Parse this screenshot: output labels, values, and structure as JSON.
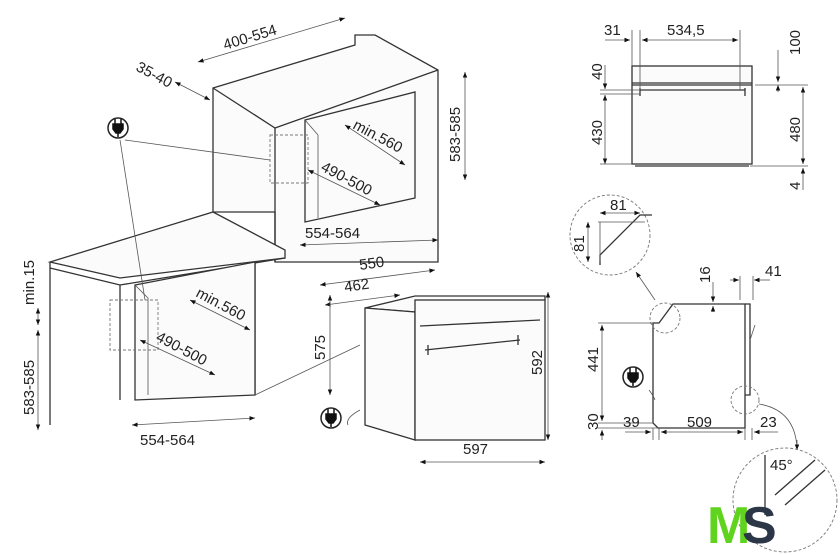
{
  "installation_view": {
    "wall_unit": {
      "width_range": "400-554",
      "rear_gap": "35-40",
      "height": "583-585",
      "depth_min": "min.560",
      "opening_depth": "490-500",
      "opening_width": "554-564"
    },
    "under_counter": {
      "top_gap": "min.15",
      "height": "583-585",
      "depth_min": "min.560",
      "opening_depth": "490-500",
      "opening_width": "554-564"
    },
    "oven_perspective": {
      "total_depth": "550",
      "body_depth": "462",
      "body_height": "575",
      "front_height": "592",
      "front_width": "597"
    }
  },
  "front_view": {
    "side_offset": "31",
    "inner_width": "534,5",
    "top_offset": "100",
    "panel_height": "40",
    "door_height": "430",
    "body_height": "480",
    "foot_height": "4"
  },
  "side_view": {
    "chamfer_w": "81",
    "chamfer_h": "81",
    "top_lip": "16",
    "door_depth": "41",
    "body_height": "441",
    "bottom_offset": "30",
    "rear_offset": "39",
    "body_depth": "509",
    "front_offset": "23",
    "angle": "45°"
  },
  "icons": [
    "plug-icon"
  ],
  "logo": {
    "letter1": "M",
    "letter2": "S",
    "color1": "#5fd31d",
    "color2": "#2b3647"
  }
}
